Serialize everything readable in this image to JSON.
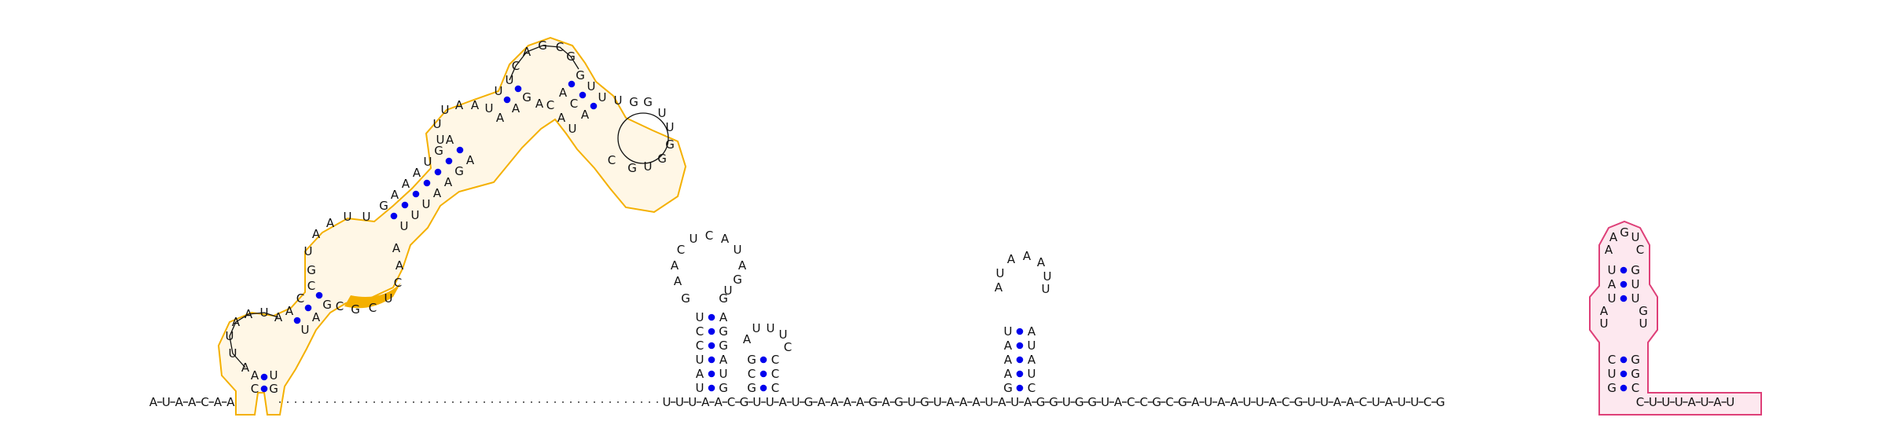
{
  "diagram": {
    "type": "rna_secondary_structure",
    "colors": {
      "base_pair": "#0000ee",
      "highlight_1": "#f4b000",
      "highlight_2": "#de3f78",
      "text": "#111111"
    },
    "outer_backbone_left": [
      "A",
      "U",
      "A",
      "A",
      "C",
      "A",
      "A"
    ],
    "outer_backbone_middle": [
      "U",
      "U",
      "U",
      "A",
      "A",
      "C",
      "G",
      "U",
      "U",
      "A",
      "U",
      "G",
      "A",
      "A",
      "A",
      "A",
      "G",
      "A",
      "G",
      "U",
      "G",
      "U",
      "A",
      "A",
      "A",
      "U",
      "A",
      "U",
      "A",
      "G",
      "G",
      "U",
      "G",
      "G",
      "U",
      "A",
      "C",
      "C",
      "G",
      "C",
      "G",
      "A",
      "U",
      "A",
      "A",
      "U",
      "U",
      "A",
      "C",
      "G",
      "U",
      "U",
      "A",
      "A",
      "C",
      "U",
      "A",
      "U",
      "U",
      "C",
      "G"
    ],
    "outer_backbone_right": [
      "C",
      "U",
      "U",
      "U",
      "A",
      "U",
      "A",
      "U"
    ],
    "domain1": {
      "stem1_left": [
        "C",
        "A"
      ],
      "stem1_right": [
        "G",
        "U"
      ],
      "loop1": [
        "A",
        "U",
        "U",
        "A",
        "A",
        "U",
        "A"
      ],
      "stem2_left": [
        "A",
        "C",
        "C"
      ],
      "stem2_right": [
        "U",
        "A",
        "G"
      ],
      "multiloop": [
        "C",
        "G",
        "C",
        "U",
        "C",
        "A",
        "A",
        "G",
        "U",
        "A",
        "A",
        "U",
        "U"
      ],
      "stem3_left": [
        "G",
        "A",
        "A",
        "A",
        "U",
        "G",
        "A"
      ],
      "stem3_right": [
        "U",
        "U",
        "U",
        "A",
        "A",
        "G",
        "A"
      ],
      "loop3": [
        "U",
        "U",
        "U",
        "A",
        "A",
        "U",
        "A"
      ],
      "stem4_left": [
        "U",
        "U"
      ],
      "stem4_right": [
        "A",
        "G"
      ],
      "hairpin4": [
        "C",
        "A",
        "G",
        "C",
        "G"
      ],
      "interior_right": [
        "A",
        "C",
        "A",
        "U"
      ],
      "stem5_left": [
        "G",
        "U",
        "U"
      ],
      "stem5_right": [
        "A",
        "C",
        "A"
      ],
      "hairpin5": [
        "U",
        "G",
        "G",
        "U",
        "U",
        "G",
        "G",
        "U",
        "G",
        "C"
      ]
    },
    "hairpin2": {
      "stem": [
        [
          "U",
          "G"
        ],
        [
          "A",
          "U"
        ],
        [
          "U",
          "A"
        ],
        [
          "C",
          "G"
        ],
        [
          "C",
          "G"
        ],
        [
          "U",
          "A"
        ]
      ],
      "loop": [
        "G",
        "A",
        "A",
        "C",
        "U",
        "C",
        "A",
        "U",
        "A",
        "G",
        "U",
        "G"
      ]
    },
    "hairpin3": {
      "stem": [
        [
          "G",
          "C"
        ],
        [
          "C",
          "C"
        ],
        [
          "G",
          "C"
        ]
      ],
      "loop": [
        "A",
        "U",
        "U",
        "U",
        "C"
      ]
    },
    "hairpin4b": {
      "stem": [
        [
          "G",
          "C"
        ],
        [
          "A",
          "U"
        ],
        [
          "A",
          "A"
        ],
        [
          "A",
          "U"
        ],
        [
          "U",
          "A"
        ]
      ],
      "loop": [
        "A",
        "U",
        "A",
        "A",
        "A",
        "U",
        "U"
      ]
    },
    "hairpin5b": {
      "stem_outer": [
        [
          "G",
          "C"
        ],
        [
          "U",
          "G"
        ],
        [
          "C",
          "G"
        ]
      ],
      "stem_inner": [
        [
          "U",
          "U"
        ],
        [
          "A",
          "U"
        ],
        [
          "U",
          "G"
        ]
      ],
      "internal_left": [
        "U",
        "A"
      ],
      "internal_right": [
        "U",
        "G"
      ],
      "loop": [
        "A",
        "A",
        "G",
        "U",
        "C"
      ]
    }
  }
}
